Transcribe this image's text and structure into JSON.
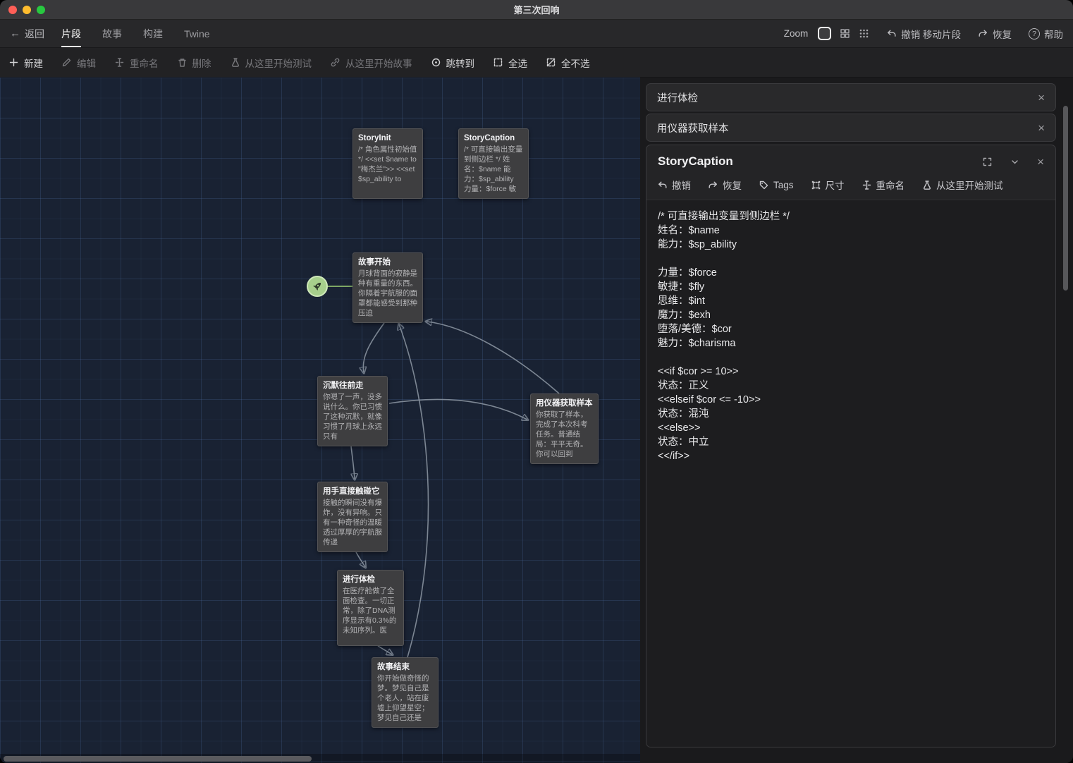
{
  "window": {
    "title": "第三次回响"
  },
  "nav": {
    "back_label": "返回",
    "tabs": [
      {
        "label": "片段"
      },
      {
        "label": "故事"
      },
      {
        "label": "构建"
      },
      {
        "label": "Twine"
      }
    ],
    "zoom_label": "Zoom",
    "undo_label": "撤销 移动片段",
    "redo_label": "恢复",
    "help_label": "帮助"
  },
  "toolbar": {
    "items": [
      {
        "label": "新建"
      },
      {
        "label": "编辑"
      },
      {
        "label": "重命名"
      },
      {
        "label": "删除"
      },
      {
        "label": "从这里开始测试"
      },
      {
        "label": "从这里开始故事"
      },
      {
        "label": "跳转到"
      },
      {
        "label": "全选"
      },
      {
        "label": "全不选"
      }
    ]
  },
  "passages": [
    {
      "title": "StoryInit",
      "excerpt": "/* 角色属性初始值 */ <<set $name to \"梅杰兰\">> <<set $sp_ability to"
    },
    {
      "title": "StoryCaption",
      "excerpt": "/* 可直接输出变量到侧边栏 */ 姓名：$name 能力：$sp_ability 力量：$force 敏"
    },
    {
      "title": "故事开始",
      "excerpt": "月球背面的寂静是种有重量的东西。你隔着宇航服的面罩都能感受到那种压迫"
    },
    {
      "title": "沉默往前走",
      "excerpt": "你嗯了一声，没多说什么。你已习惯了这种沉默，就像习惯了月球上永远只有"
    },
    {
      "title": "用仪器获取样本",
      "excerpt": "你获取了样本，完成了本次科考任务。普通结局：平平无奇。你可以回到"
    },
    {
      "title": "用手直接触碰它",
      "excerpt": "接触的瞬间没有爆炸，没有异响。只有一种奇怪的温暖透过厚厚的宇航服传递"
    },
    {
      "title": "进行体检",
      "excerpt": "在医疗舱做了全面检查。一切正常，除了DNA测序显示有0.3%的未知序列。医"
    },
    {
      "title": "故事结束",
      "excerpt": "你开始做奇怪的梦。梦见自己是个老人，站在废墟上仰望星空；梦见自己还是"
    }
  ],
  "side_panels": {
    "stacked": [
      {
        "title": "进行体检"
      },
      {
        "title": "用仪器获取样本"
      }
    ],
    "editor": {
      "title": "StoryCaption",
      "toolbar": {
        "undo": "撤销",
        "redo": "恢复",
        "tags": "Tags",
        "size": "尺寸",
        "rename": "重命名",
        "test_from_here": "从这里开始测试"
      },
      "content": "/* 可直接输出变量到侧边栏 */\n姓名：$name\n能力：$sp_ability\n\n力量：$force\n敏捷：$fly\n思维：$int\n魔力：$exh\n堕落/美德：$cor\n魅力：$charisma\n\n<<if $cor >= 10>>\n状态：正义\n<<elseif $cor <= -10>>\n状态：混沌\n<<else>>\n状态：中立\n<</if>>"
    }
  },
  "colors": {
    "start_marker_green": "#a7cf8c",
    "canvas_background": "#192233",
    "arrow_gray": "#8e98a4"
  }
}
